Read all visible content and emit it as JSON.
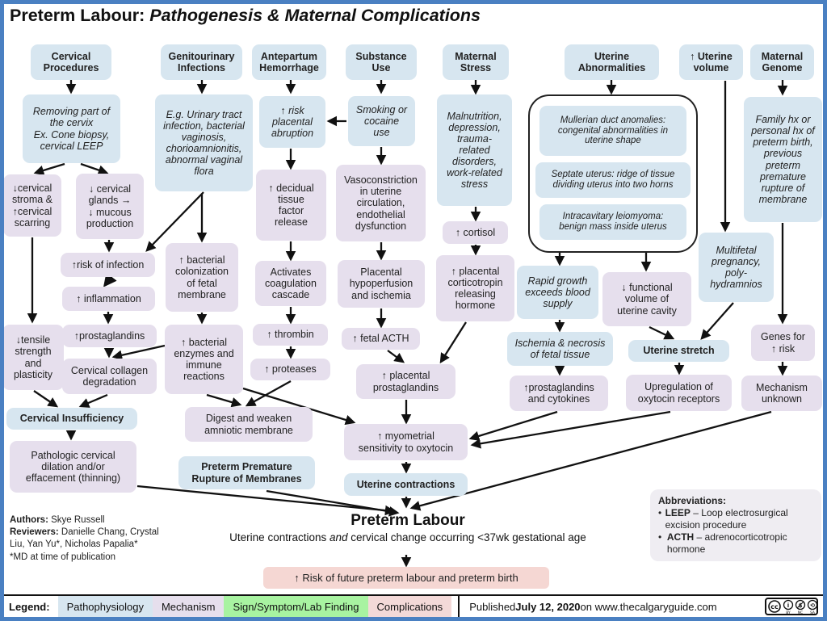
{
  "title": {
    "prefix": "Preterm Labour: ",
    "italic": "Pathogenesis & Maternal Complications"
  },
  "nodes": {
    "hdr_cervical_procedures": "Cervical\nProcedures",
    "hdr_genitourinary_infections": "Genitourinary\nInfections",
    "hdr_antepartum_hemorrhage": "Antepartum\nHemorrhage",
    "hdr_substance_use": "Substance\nUse",
    "hdr_maternal_stress": "Maternal\nStress",
    "hdr_uterine_abnormalities": "Uterine\nAbnormalities",
    "hdr_uterine_volume": "↑ Uterine\nvolume",
    "hdr_maternal_genome": "Maternal\nGenome",
    "removing_part": "Removing part of\nthe cervix\nEx. Cone biopsy,\ncervical LEEP",
    "urinary_tract": "E.g. Urinary tract\ninfection, bacterial\nvaginosis,\nchorioamnionitis,\nabnormal vaginal\nflora",
    "risk_abruption": "↑ risk\nplacental\nabruption",
    "smoking": "Smoking or\ncocaine\nuse",
    "malnutrition": "Malnutrition,\ndepression,\ntrauma-\nrelated\ndisorders,\nwork-related\nstress",
    "mullerian": "Mullerian duct anomalies:\ncongenital abnormalities in\nuterine shape",
    "septate": "Septate uterus: ridge of tissue\ndividing uterus into two horns",
    "leiomyoma": "Intracavitary leiomyoma:\nbenign mass inside uterus",
    "family_hx": "Family hx or\npersonal hx of\npreterm birth,\nprevious\npreterm\npremature\nrupture of\nmembrane",
    "multifetal": "Multifetal\npregnancy,\npoly-\nhydramnios",
    "rapid_growth": "Rapid growth\nexceeds blood\nsupply",
    "ischemia_necrosis": "Ischemia & necrosis\nof fetal tissue",
    "cervical_stroma": "↓cervical\nstroma &\n↑cervical\nscarring",
    "cervical_glands": "↓ cervical\nglands →\n↓ mucous\nproduction",
    "risk_infection": "↑risk of infection",
    "inflammation": "↑ inflammation",
    "bacterial_colonization": "↑ bacterial\ncolonization\nof fetal\nmembrane",
    "tensile": "↓tensile\nstrength\nand\nplasticity",
    "prostaglandins": "↑prostaglandins",
    "collagen": "Cervical collagen\ndegradation",
    "bacterial_enzymes": "↑ bacterial\nenzymes and\nimmune\nreactions",
    "cervical_insufficiency": "Cervical Insufficiency",
    "pathologic_dilation": "Pathologic cervical\ndilation and/or\neffacement (thinning)",
    "digest_weaken": "Digest and weaken\namniotic membrane",
    "pprom": "Preterm Premature\nRupture of Membranes",
    "decidual": "↑ decidual\ntissue\nfactor\nrelease",
    "coagulation": "Activates\ncoagulation\ncascade",
    "thrombin": "↑ thrombin",
    "proteases": "↑ proteases",
    "vasoconstriction": "Vasoconstriction\nin uterine\ncirculation,\nendothelial\ndysfunction",
    "hypoperfusion": "Placental\nhypoperfusion\nand ischemia",
    "fetal_acth": "↑ fetal ACTH",
    "placental_prostaglandins": "↑ placental\nprostaglandins",
    "cortisol": "↑ cortisol",
    "crh": "↑ placental\ncorticotropin\nreleasing\nhormone",
    "myometrial": "↑ myometrial\nsensitivity to oxytocin",
    "prostaglandins_cytokines": "↑prostaglandins\nand cytokines",
    "functional_volume": "↓ functional\nvolume of\nuterine cavity",
    "uterine_stretch": "Uterine stretch",
    "upregulation": "Upregulation of\noxytocin receptors",
    "genes_risk": "Genes for\n↑ risk",
    "mechanism_unknown": "Mechanism\nunknown",
    "uterine_contractions": "Uterine contractions"
  },
  "preterm": {
    "title": "Preterm Labour",
    "sub_pre": "Uterine contractions ",
    "sub_italic": "and",
    "sub_post": " cervical change occurring <37wk gestational age",
    "risk": "↑ Risk of future preterm labour and preterm birth"
  },
  "credits": {
    "authors_label": "Authors:",
    "authors": " Skye Russell",
    "reviewers_label": "Reviewers:",
    "reviewers": " Danielle Chang, Crystal Liu, Yan Yu*, Nicholas Papalia*",
    "note": "*MD at time of publication"
  },
  "abbreviations": {
    "title": "Abbreviations:",
    "items": [
      {
        "term": "LEEP",
        "desc": " – Loop electrosurgical excision procedure"
      },
      {
        "term": "ACTH",
        "desc": " – adrenocorticotropic hormone"
      }
    ]
  },
  "legend": {
    "label": "Legend:",
    "items": [
      {
        "label": "Pathophysiology",
        "color": "#d7e6f0"
      },
      {
        "label": "Mechanism",
        "color": "#e6dfed"
      },
      {
        "label": "Sign/Symptom/Lab Finding",
        "color": "#a8f3a1"
      },
      {
        "label": "Complications",
        "color": "#f3d9d8"
      }
    ]
  },
  "footer": {
    "published_pre": "Published ",
    "published_date": "July 12, 2020",
    "published_post": " on www.thecalgaryguide.com",
    "cc_label": "CC BY NC SA"
  },
  "colors": {
    "frame": "#4a80c2",
    "arrow": "#111111"
  }
}
